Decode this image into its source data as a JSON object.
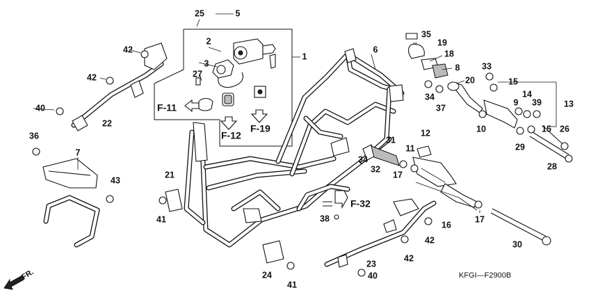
{
  "diagram": {
    "code": "KFGI—F2900B",
    "direction_label": "FR.",
    "refs": [
      "F-11",
      "F-12",
      "F-19",
      "F-32"
    ],
    "parts": {
      "p1": "1",
      "p2": "2",
      "p3": "3",
      "p5": "5",
      "p6": "6",
      "p7": "7",
      "p8": "8",
      "p9": "9",
      "p10": "10",
      "p11": "11",
      "p12": "12",
      "p13": "13",
      "p14": "14",
      "p15a": "15",
      "p15b": "15",
      "p16": "16",
      "p17a": "17",
      "p17b": "17",
      "p18": "18",
      "p19": "19",
      "p20": "20",
      "p21": "21",
      "p22": "22",
      "p23": "23",
      "p24": "24",
      "p25": "25",
      "p26": "26",
      "p27": "27",
      "p28": "28",
      "p29": "29",
      "p30": "30",
      "p31": "31",
      "p32": "32",
      "p33": "33",
      "p34a": "34",
      "p34b": "34",
      "p35": "35",
      "p36": "36",
      "p37": "37",
      "p38": "38",
      "p39": "39",
      "p40a": "40",
      "p40b": "40",
      "p41a": "41",
      "p41b": "41",
      "p42a": "42",
      "p42b": "42",
      "p42c": "42",
      "p42d": "42",
      "p43": "43"
    }
  }
}
